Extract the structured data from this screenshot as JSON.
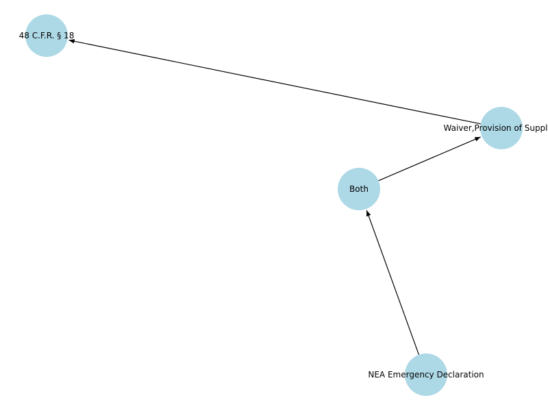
{
  "graph": {
    "node_color": "#add8e6",
    "edge_color": "#000000",
    "label_color": "#000000",
    "nodes": [
      {
        "id": "cfr",
        "label": "48 C.F.R. § 18"
      },
      {
        "id": "waiver",
        "label": "Waiver,Provision of Supplies"
      },
      {
        "id": "both",
        "label": "Both"
      },
      {
        "id": "nea",
        "label": "NEA Emergency Declaration"
      }
    ],
    "edges": [
      {
        "from": "nea",
        "to": "both"
      },
      {
        "from": "both",
        "to": "waiver"
      },
      {
        "from": "waiver",
        "to": "cfr"
      }
    ]
  }
}
